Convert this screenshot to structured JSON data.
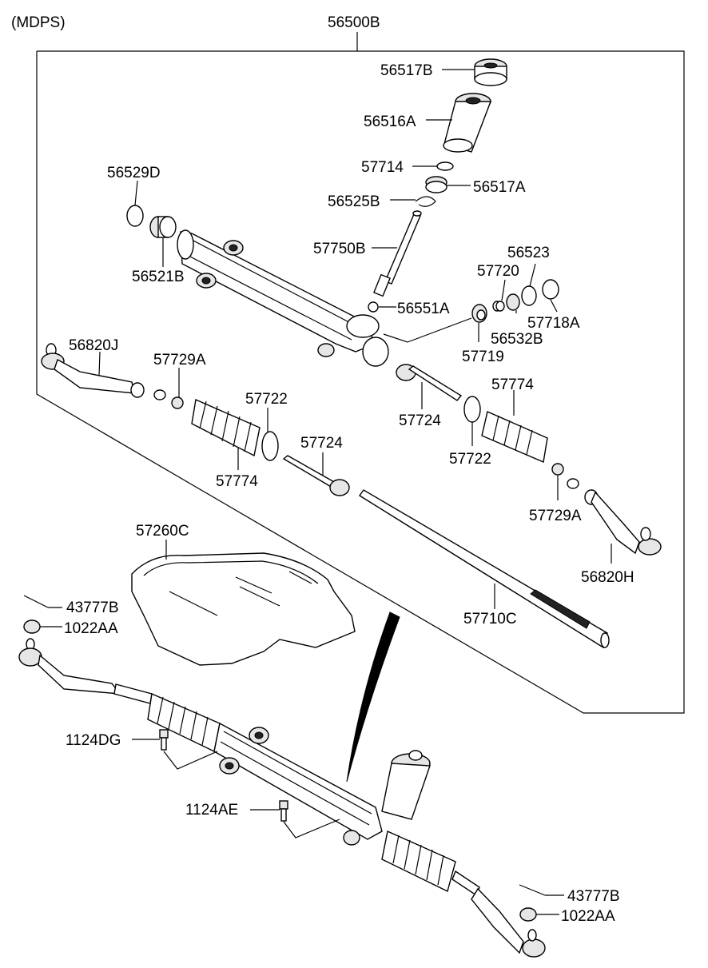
{
  "header": {
    "variant": "(MDPS)",
    "assembly": "56500B"
  },
  "parts": {
    "p56517B": "56517B",
    "p56516A": "56516A",
    "p57714": "57714",
    "p56517A": "56517A",
    "p56525B": "56525B",
    "p56529D": "56529D",
    "p56521B": "56521B",
    "p57750B": "57750B",
    "p56523": "56523",
    "p57720": "57720",
    "p56551A": "56551A",
    "p56532B": "56532B",
    "p57718A": "57718A",
    "p57719": "57719",
    "p56820J": "56820J",
    "p57729A_l": "57729A",
    "p57722_l": "57722",
    "p57774_l": "57774",
    "p57724_c": "57724",
    "p57724_r": "57724",
    "p57774_r": "57774",
    "p57722_r": "57722",
    "p57729A_r": "57729A",
    "p56820H": "56820H",
    "p57260C": "57260C",
    "p57710C": "57710C",
    "p43777B_l": "43777B",
    "p1022AA_l": "1022AA",
    "p1124DG": "1124DG",
    "p1124AE": "1124AE",
    "p43777B_r": "43777B",
    "p1022AA_r": "1022AA"
  }
}
